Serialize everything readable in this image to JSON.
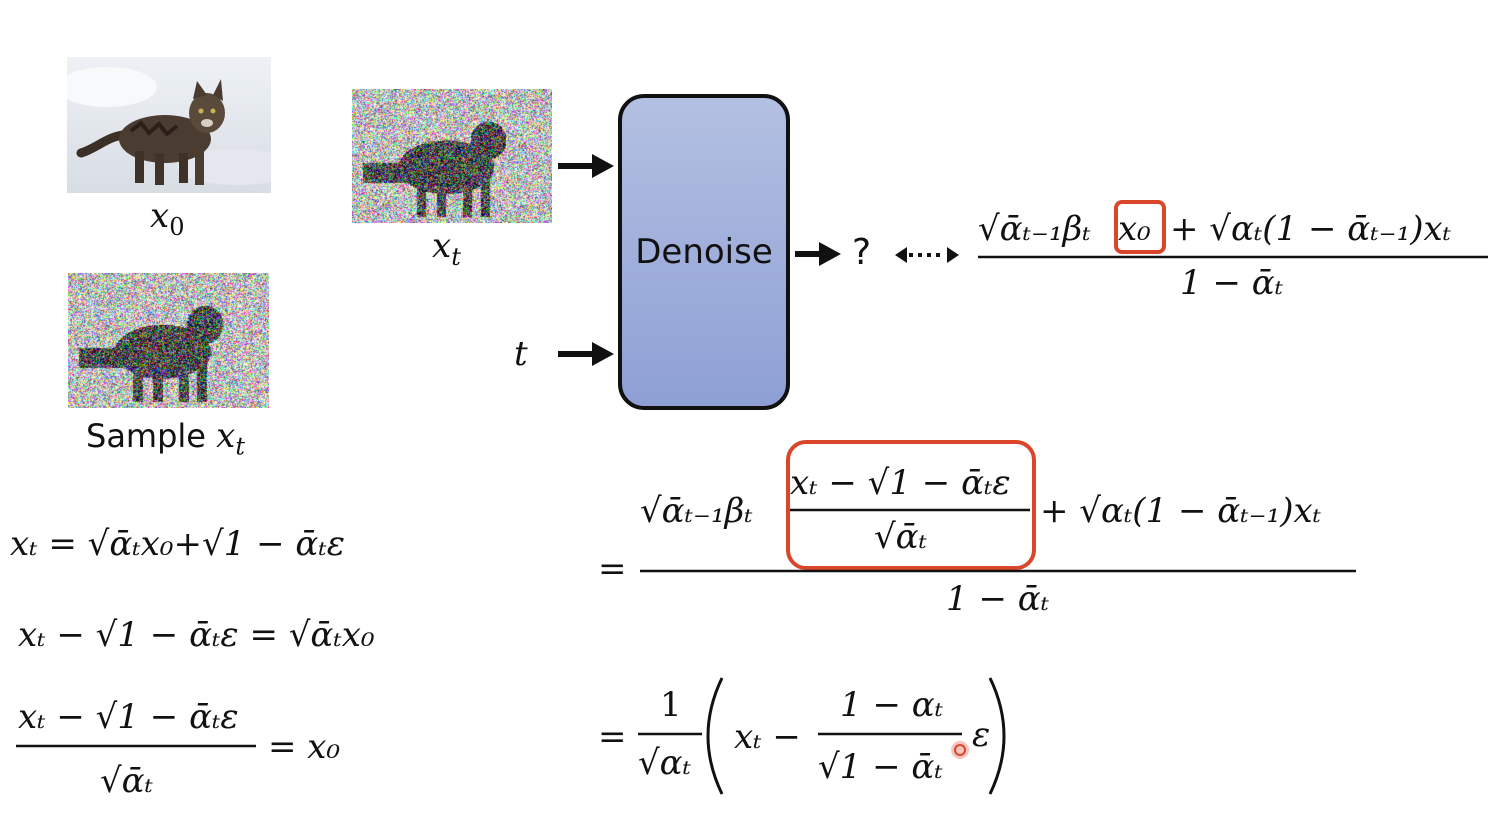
{
  "labels": {
    "x0": "x",
    "x0_sub": "0",
    "xt": "x",
    "xt_sub": "t",
    "sample_word": "Sample ",
    "sample_x": "x",
    "sample_sub": "t",
    "t_input": "t",
    "denoise": "Denoise",
    "question": "?"
  },
  "colors": {
    "box_top": "#b3c0e2",
    "box_bottom": "#8e9fd4",
    "highlight_red": "#d9462a",
    "text": "#111111"
  },
  "icons": {
    "clean_image": "cat-photo",
    "noisy_image": "noisy-cat-photo",
    "arrow": "right-arrow",
    "dotted_arrow": "double-dotted-arrow"
  },
  "equations": {
    "top_fraction": {
      "num_part1": "√ᾱₜ₋₁βₜ",
      "num_highlight": "x₀",
      "num_part2": "+ √αₜ(1 − ᾱₜ₋₁)xₜ",
      "den": "1 − ᾱₜ"
    },
    "left": {
      "eq1": "xₜ = √ᾱₜx₀+√1 − ᾱₜε",
      "eq2": "xₜ − √1 − ᾱₜε = √ᾱₜx₀",
      "eq3_num": "xₜ − √1 − ᾱₜε",
      "eq3_den": "√ᾱₜ",
      "eq3_rhs": "= x₀"
    },
    "mid": {
      "eq_sign": "=",
      "num_part1": "√ᾱₜ₋₁βₜ",
      "inner_num": "xₜ − √1 − ᾱₜε",
      "inner_den": "√ᾱₜ",
      "num_part2": "+ √αₜ(1 − ᾱₜ₋₁)xₜ",
      "den": "1 − ᾱₜ"
    },
    "bottom": {
      "eq_sign": "=",
      "frac1_num": "1",
      "frac1_den": "√αₜ",
      "xt": "xₜ −",
      "frac2_num": "1 − αₜ",
      "frac2_den": "√1 − ᾱₜ",
      "eps": "ε"
    }
  }
}
